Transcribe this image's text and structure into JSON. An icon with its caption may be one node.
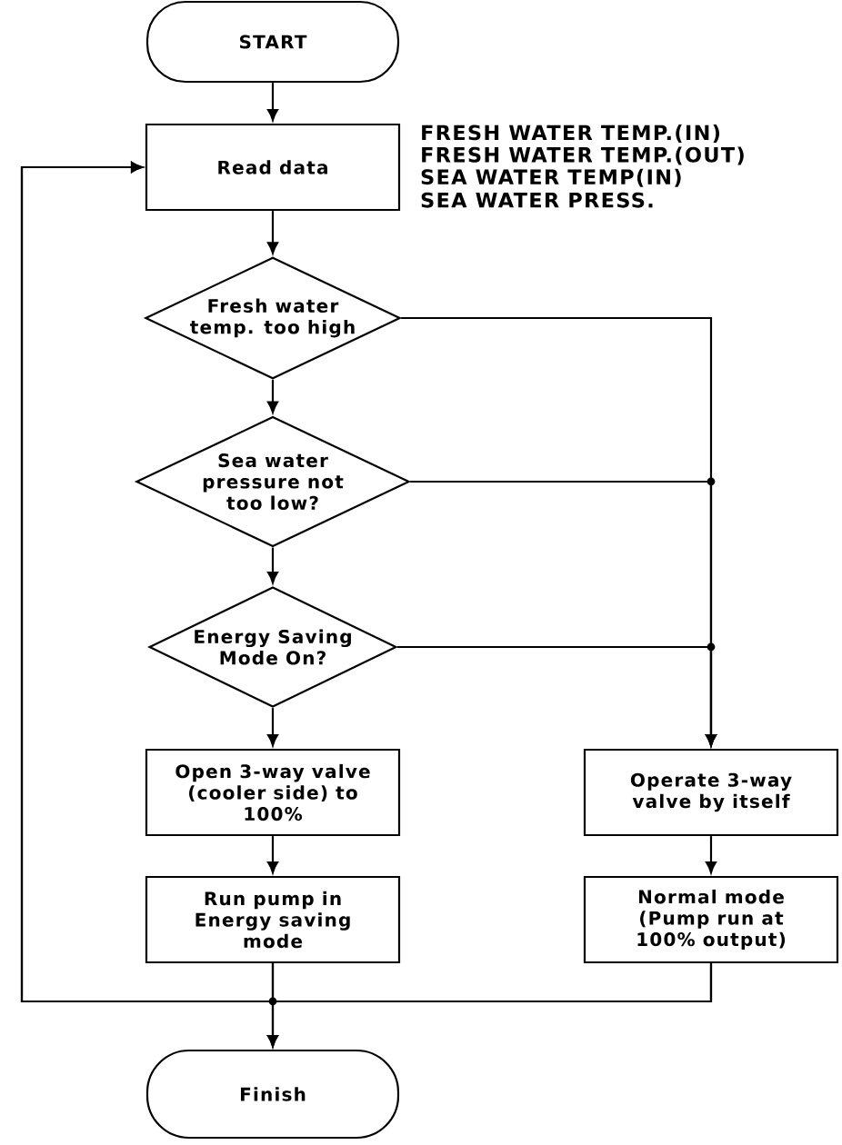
{
  "diagram": {
    "nodes": [
      {
        "text": [
          "START"
        ]
      },
      {
        "text": [
          "Read data"
        ],
        "beside": [
          "FRESH WATER TEMP.(IN)",
          "FRESH WATER TEMP.(OUT)",
          "SEA WATER TEMP(IN)",
          "SEA WATER PRESS."
        ]
      },
      {
        "text": [
          "Fresh water temp. too high"
        ]
      },
      {
        "text": [
          "Sea water pressure not too low?"
        ]
      },
      {
        "text": [
          "Energy Saving Mode On?"
        ]
      },
      {
        "text": [
          "Open 3-way valve (cooler side) to 100%"
        ]
      },
      {
        "text": [
          "Run pump in Energy saving mode"
        ]
      },
      {
        "text": [
          "Operate 3-way valve by itself"
        ]
      },
      {
        "text": [
          "Normal mode (Pump run at 100% output)"
        ]
      },
      {
        "text": [
          "Finish"
        ]
      }
    ],
    "edges": [
      {
        "from": 0,
        "to": 1,
        "arrow": "to"
      },
      {
        "from": 1,
        "to": 2,
        "arrow": "to"
      },
      {
        "from": 2,
        "to": 3,
        "arrow": "to"
      },
      {
        "from": 3,
        "to": 4,
        "arrow": "to"
      },
      {
        "from": 4,
        "to": 5,
        "arrow": "to"
      },
      {
        "from": 5,
        "to": 6,
        "arrow": "to"
      },
      {
        "from": 2,
        "to": 7,
        "arrow": "to"
      },
      {
        "from": 3,
        "to": 7,
        "arrow": "to"
      },
      {
        "from": 4,
        "to": 7,
        "arrow": "to"
      },
      {
        "from": 7,
        "to": 8,
        "arrow": "to"
      },
      {
        "from": 6,
        "to": 9,
        "arrow": "to"
      },
      {
        "from": 8,
        "to": 9,
        "arrow": "to"
      },
      {
        "from": 6,
        "to": 1,
        "arrow": "to"
      },
      {
        "from": 8,
        "to": 1,
        "arrow": "to"
      }
    ]
  }
}
